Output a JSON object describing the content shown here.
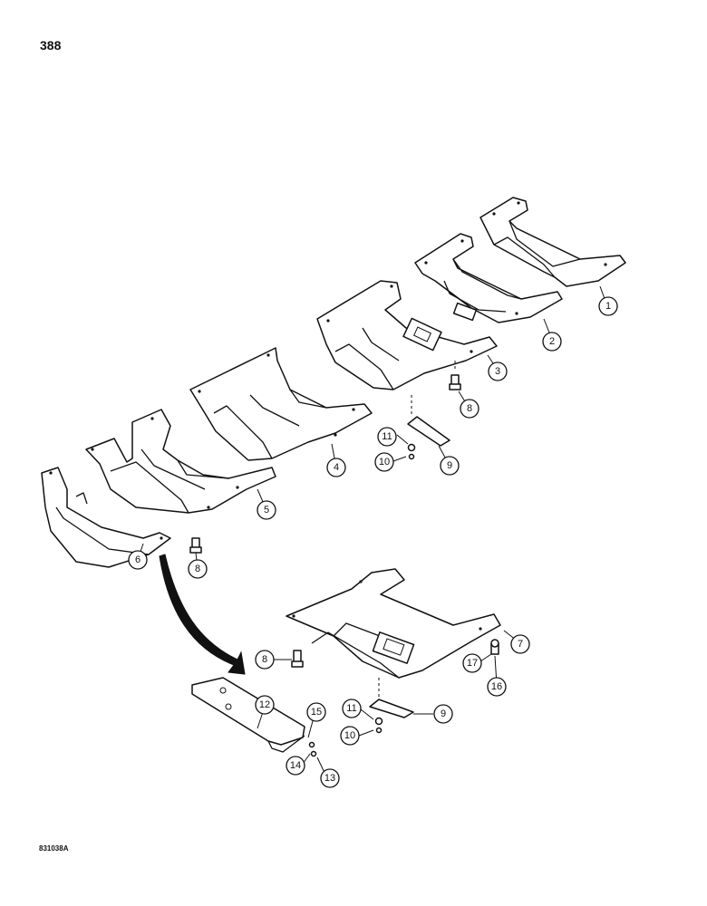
{
  "page": {
    "page_number": "388",
    "figure_code": "831038A"
  },
  "callouts": [
    "1",
    "2",
    "3",
    "4",
    "5",
    "6",
    "7",
    "8",
    "8",
    "8",
    "9",
    "9",
    "10",
    "10",
    "11",
    "11",
    "12",
    "13",
    "14",
    "15",
    "16",
    "17"
  ]
}
